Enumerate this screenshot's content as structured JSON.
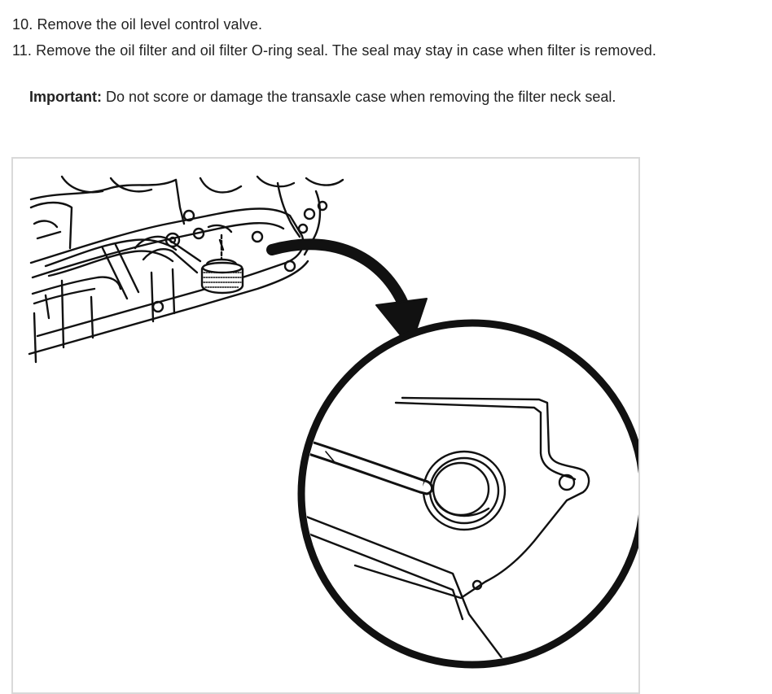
{
  "steps": [
    {
      "num": "10.",
      "text": "Remove the oil level control valve."
    },
    {
      "num": "11.",
      "text": "Remove the oil filter and oil filter O-ring seal. The seal may stay in case when filter is removed."
    }
  ],
  "note": {
    "label": "Important:",
    "text": "Do not score or damage the transaxle case when removing the filter neck seal."
  }
}
